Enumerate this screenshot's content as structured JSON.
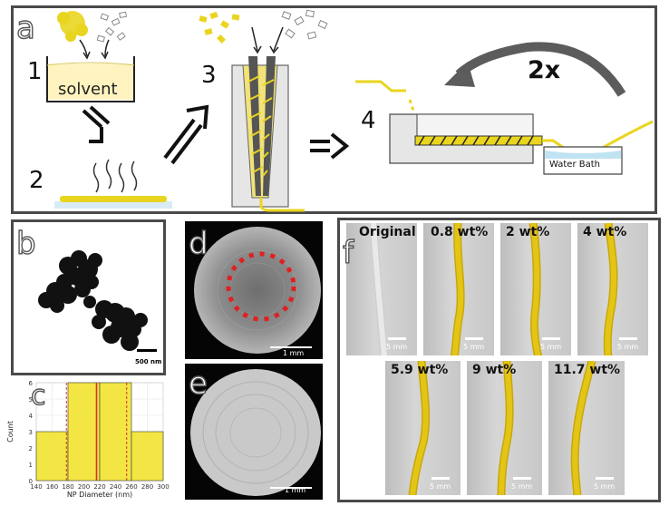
{
  "panels": {
    "a": {
      "letter": "a",
      "steps": [
        "1",
        "2",
        "3",
        "4"
      ],
      "solvent_label": "solvent",
      "repeat_label": "2x",
      "water_bath_label": "Water Bath"
    },
    "b": {
      "letter": "b",
      "scale_label": "500 nm"
    },
    "c": {
      "letter": "c"
    },
    "d": {
      "letter": "d",
      "scale_label": "1 mm"
    },
    "e": {
      "letter": "e",
      "scale_label": "1 mm"
    },
    "f": {
      "letter": "f",
      "photos": [
        {
          "title": "Original",
          "scale_label": "5 mm",
          "fiber_color": "#e9e9e9"
        },
        {
          "title": "0.8 wt%",
          "scale_label": "5 mm",
          "fiber_color": "#e3c516"
        },
        {
          "title": "2 wt%",
          "scale_label": "5 mm",
          "fiber_color": "#e3c516"
        },
        {
          "title": "4 wt%",
          "scale_label": "5 mm",
          "fiber_color": "#e3c516"
        },
        {
          "title": "5.9 wt%",
          "scale_label": "5 mm",
          "fiber_color": "#e3c516"
        },
        {
          "title": "9 wt%",
          "scale_label": "5 mm",
          "fiber_color": "#e3c516"
        },
        {
          "title": "11.7 wt%",
          "scale_label": "5 mm",
          "fiber_color": "#e3c516"
        }
      ]
    }
  },
  "colors": {
    "yellow": "#e9d51f",
    "border": "#4a4a4a",
    "mean_line": "#d0342c"
  },
  "chart_data": {
    "type": "bar",
    "xlabel": "NP Diameter (nm)",
    "ylabel": "Count",
    "bins": [
      [
        140,
        180
      ],
      [
        180,
        220
      ],
      [
        220,
        260
      ],
      [
        260,
        300
      ]
    ],
    "values": [
      3,
      6,
      6,
      3
    ],
    "xlim": [
      140,
      300
    ],
    "ylim": [
      0,
      6
    ],
    "xticks": [
      "140",
      "160",
      "180",
      "200",
      "220",
      "240",
      "260",
      "280",
      "300"
    ],
    "yticks": [
      "0",
      "1",
      "2",
      "3",
      "4",
      "5",
      "6"
    ],
    "mean": 216,
    "std_lines": [
      178,
      254
    ],
    "grid": true
  }
}
